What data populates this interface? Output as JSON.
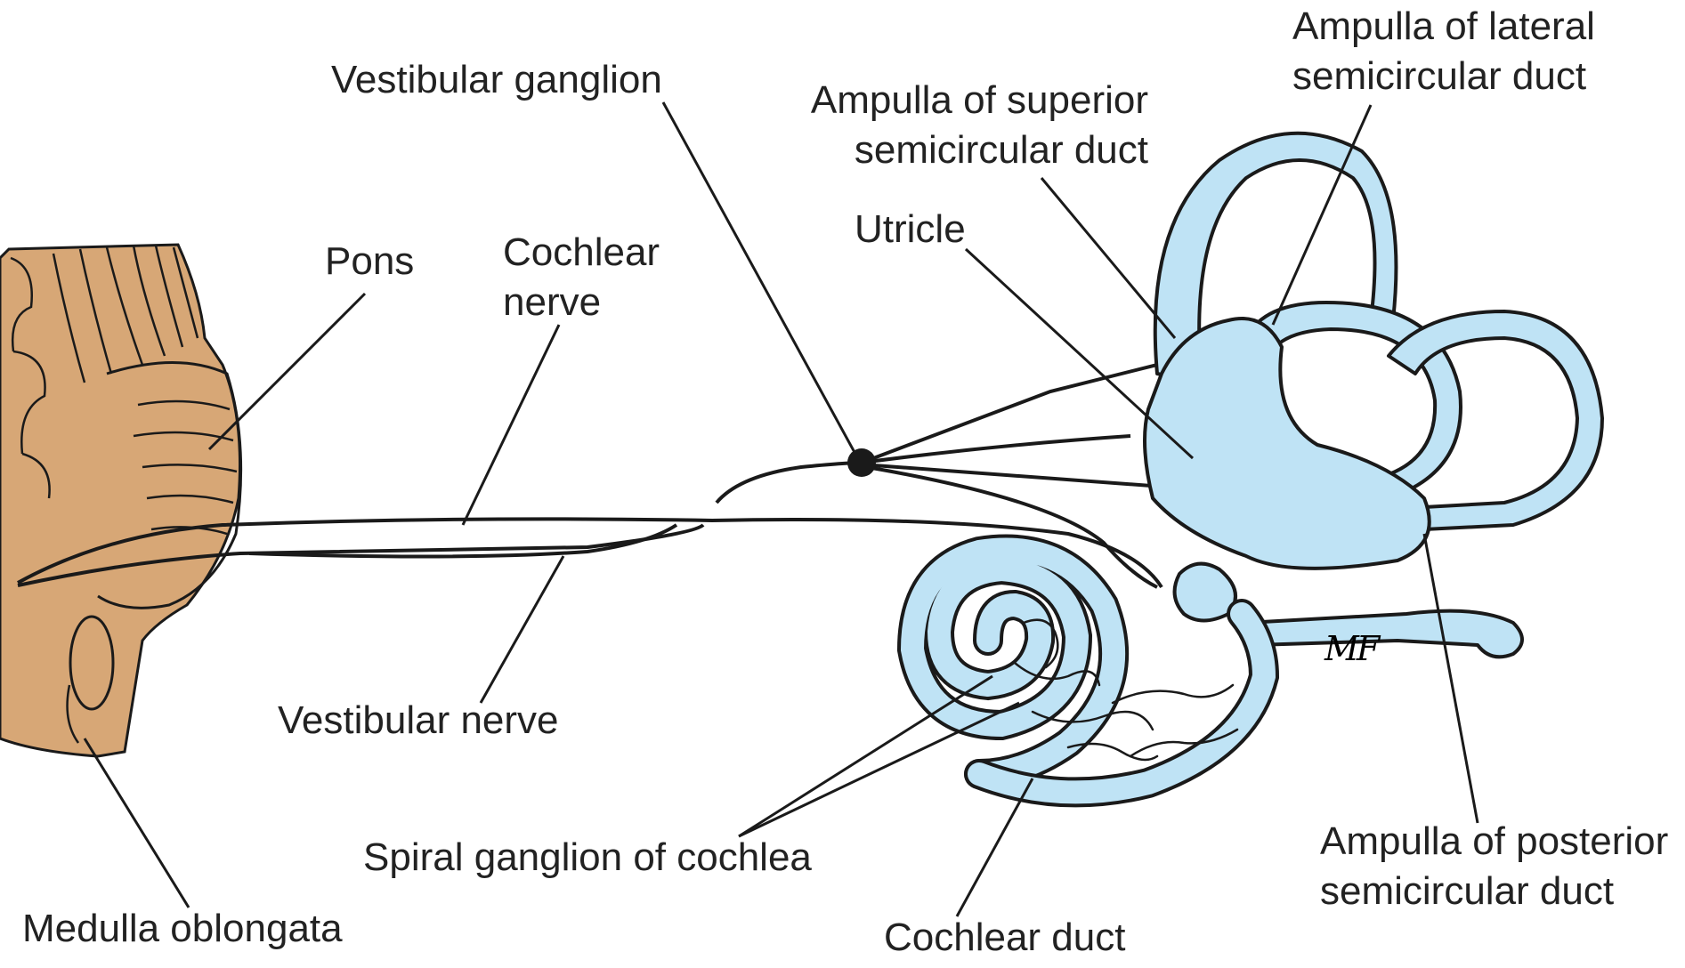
{
  "colors": {
    "ear_fill": "#bfe3f5",
    "brainstem_fill": "#d7a776",
    "outline": "#1a1a1a",
    "label_text": "#222222"
  },
  "labels": {
    "vestibular_ganglion": "Vestibular ganglion",
    "ampulla_superior": "Ampulla of superior\nsemicircular duct",
    "ampulla_lateral": "Ampulla of lateral\nsemicircular duct",
    "pons": "Pons",
    "cochlear_nerve": "Cochlear\nnerve",
    "utricle": "Utricle",
    "vestibular_nerve": "Vestibular nerve",
    "spiral_ganglion": "Spiral ganglion of cochlea",
    "medulla": "Medulla oblongata",
    "cochlear_duct": "Cochlear duct",
    "ampulla_posterior": "Ampulla of posterior\nsemicircular duct"
  },
  "artist_signature": "MF"
}
